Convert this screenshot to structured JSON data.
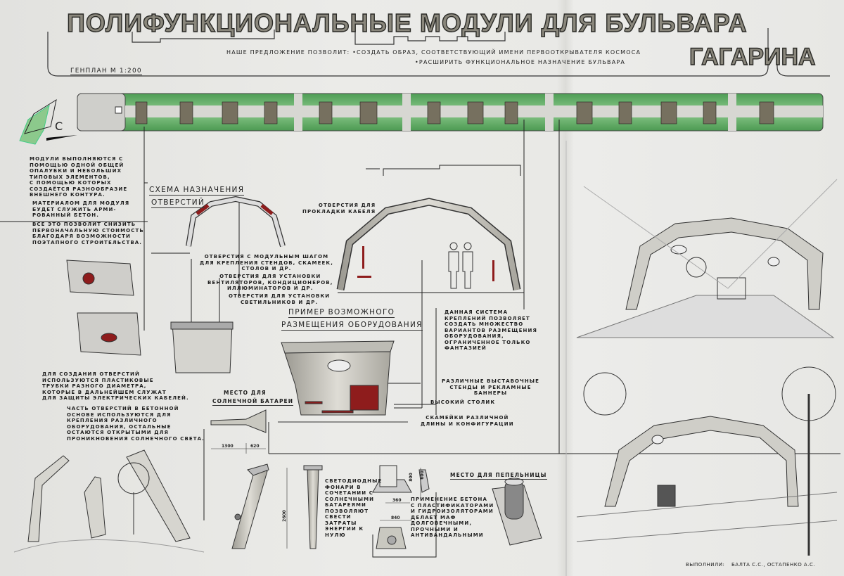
{
  "poster": {
    "title": "ПОЛИФУНКЦИОНАЛЬНЫЕ МОДУЛИ ДЛЯ БУЛЬВАРА",
    "title_name": "ГАГАРИНА",
    "subtitle_line1": "наше   предложение позволит: •создать образ, соответствующий имени первооткрывателя космоса",
    "subtitle_line2": "•расширить функциональное   назначение бульвара",
    "plan_label": "Генплан  М 1:200",
    "north_label": "С"
  },
  "texts": {
    "intro": "модули выполняются с\nпомощью одной общей\nопалубки и небольших\nтиповых элементов,\nс помощью которых\nсоздаётся разнообразие\nвнешнего контура.",
    "material": "материалом для модуля\nбудет служить арми-\nрованный бетон.",
    "cost": "всё это позволит снизить\nпервоначальную стоимость\nблагодаря возможности\nпоэтапного строительства.",
    "tubes": "для создания отверстий\nиспользуются пластиковые\nтрубки разного диаметра,\nкоторые в дальнейшем служат\nдля защиты электрических кабелей.",
    "openings_part": "часть отверстий в бетонной\nоснове используются для\nкрепления различного\nоборудования, остальные\nостаются открытыми для\nпроникновения солнечного света.",
    "system": "данная система\nкреплений позволяет\nсоздать множество\nвариантов размещения\nоборудования,\nограниченное только\nфантазией",
    "leds": "светодиодные\nфонари в\nсочетании с\nсолнечными\nбатареями\nпозволяют\nсвести\nзатраты\nэнергии к\nнулю",
    "concrete": "применение бетона\nс пластификаторами\nи гидроизоляторами\nделает МАФ\nдолговечными,\nпрочными и\nантивандальными"
  },
  "headings": {
    "schema_line1": "схема назначения",
    "schema_line2": "отверстий",
    "example_line1": "пример возможного",
    "example_line2": "размещения оборудования",
    "solar_line1": "место для",
    "solar_line2": "солнечной батареи",
    "ashtray": "место для пепельницы"
  },
  "labels": {
    "cable": "отверстия для\nпрокладки кабеля",
    "modular": "отверстия с модульным шагом\nдля крепления стендов, скамеек,\nстолов и др.",
    "fans": "отверстия для установки\nвентиляторов, кондиционеров,\nиллюминаторов и др.",
    "lights": "отверстия для установки\nсветильников и др.",
    "stands": "различные выставочные\nстенды и рекламные\nбаннеры",
    "table": "высокий столик",
    "benches": "скамейки различной\nдлины и конфигурации"
  },
  "dimensions": {
    "d1300": "1300",
    "d620": "620",
    "d2600": "2600",
    "d360": "360",
    "d840": "840",
    "d800": "800",
    "d600": "600"
  },
  "footer": {
    "label": "Выполнили:",
    "authors": "Балта С.С.,  Остапенко А.С."
  },
  "colors": {
    "green": "#5aa85e",
    "concrete": "#c9c8c0",
    "accent_red": "#8e1c1c",
    "ink": "#222222"
  }
}
